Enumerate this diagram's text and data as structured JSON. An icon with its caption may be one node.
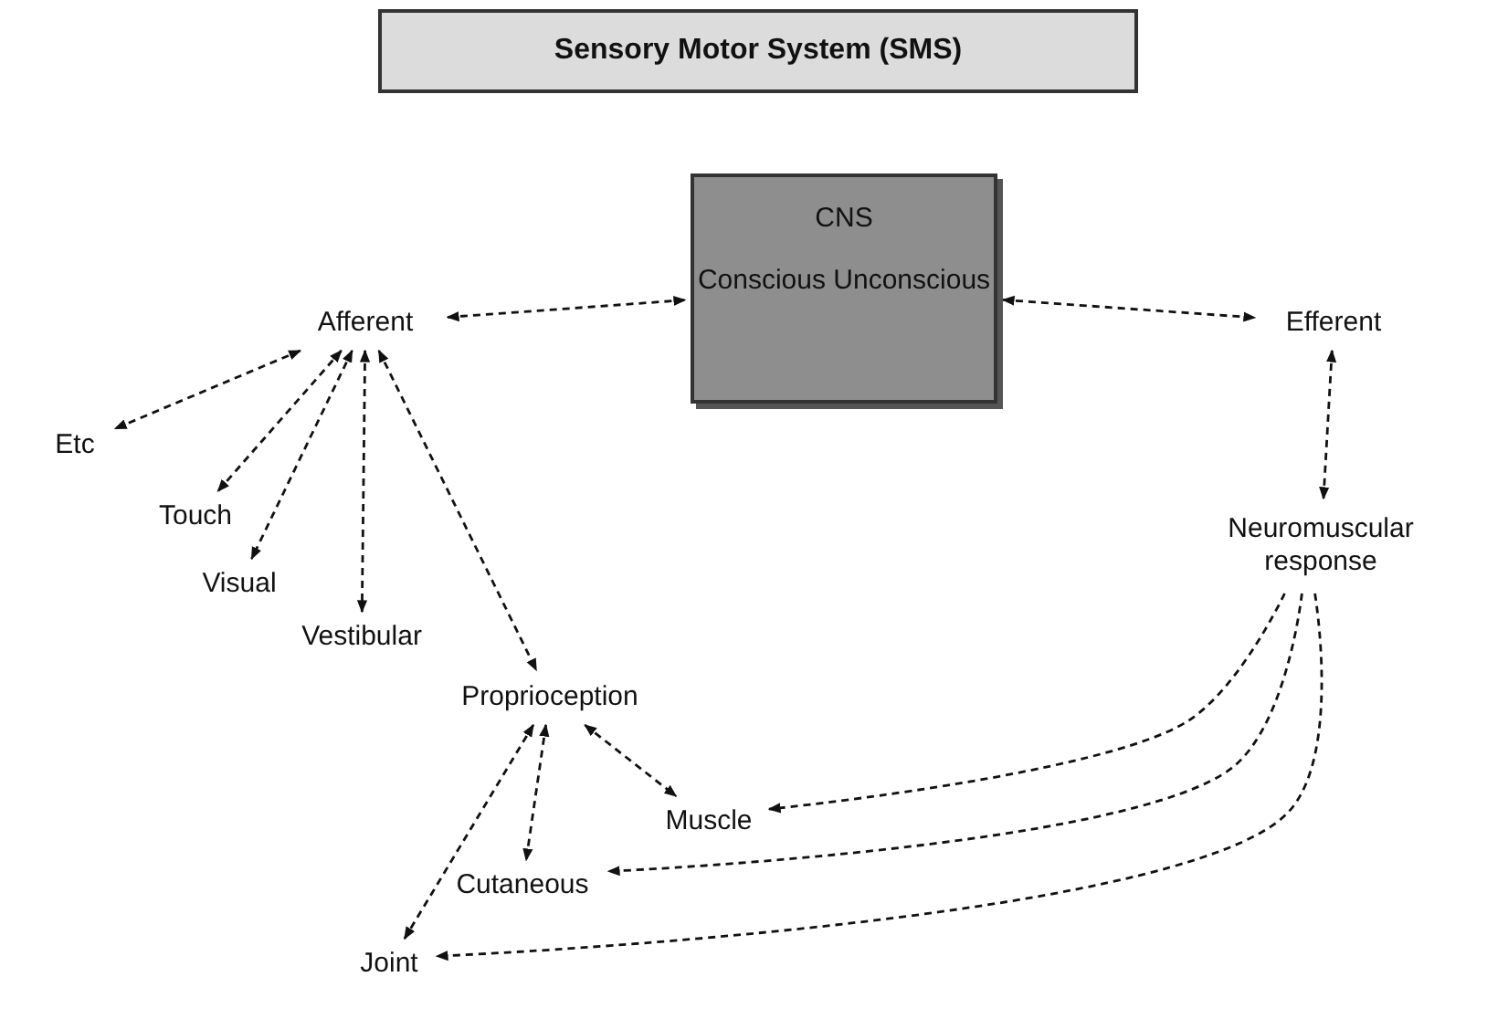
{
  "diagram": {
    "nodes": [
      {
        "text": [
          "Sensory Motor System (SMS)"
        ]
      },
      {
        "text": [
          "CNS",
          "Conscious Unconscious"
        ]
      },
      {
        "text": [
          "Afferent"
        ]
      },
      {
        "text": [
          "Efferent"
        ]
      },
      {
        "text": [
          "Etc"
        ]
      },
      {
        "text": [
          "Touch"
        ]
      },
      {
        "text": [
          "Visual"
        ]
      },
      {
        "text": [
          "Vestibular"
        ]
      },
      {
        "text": [
          "Proprioception"
        ]
      },
      {
        "text": [
          "Neuromuscular response"
        ]
      },
      {
        "text": [
          "Muscle"
        ]
      },
      {
        "text": [
          "Cutaneous"
        ]
      },
      {
        "text": [
          "Joint"
        ]
      }
    ],
    "edges": [
      {
        "from": 2,
        "to": 1,
        "arrow": "both",
        "style": "dashed"
      },
      {
        "from": 1,
        "to": 3,
        "arrow": "both",
        "style": "dashed"
      },
      {
        "from": 3,
        "to": 9,
        "arrow": "both",
        "style": "dashed"
      },
      {
        "from": 2,
        "to": 4,
        "arrow": "both",
        "style": "dashed"
      },
      {
        "from": 2,
        "to": 5,
        "arrow": "both",
        "style": "dashed"
      },
      {
        "from": 2,
        "to": 6,
        "arrow": "both",
        "style": "dashed"
      },
      {
        "from": 2,
        "to": 7,
        "arrow": "both",
        "style": "dashed"
      },
      {
        "from": 2,
        "to": 8,
        "arrow": "both",
        "style": "dashed"
      },
      {
        "from": 8,
        "to": 10,
        "arrow": "both",
        "style": "dashed"
      },
      {
        "from": 8,
        "to": 11,
        "arrow": "both",
        "style": "dashed"
      },
      {
        "from": 8,
        "to": 12,
        "arrow": "both",
        "style": "dashed"
      },
      {
        "from": 9,
        "to": 10,
        "arrow": "to",
        "style": "dashed"
      },
      {
        "from": 9,
        "to": 11,
        "arrow": "to",
        "style": "dashed"
      },
      {
        "from": 9,
        "to": 12,
        "arrow": "to",
        "style": "dashed"
      }
    ]
  }
}
